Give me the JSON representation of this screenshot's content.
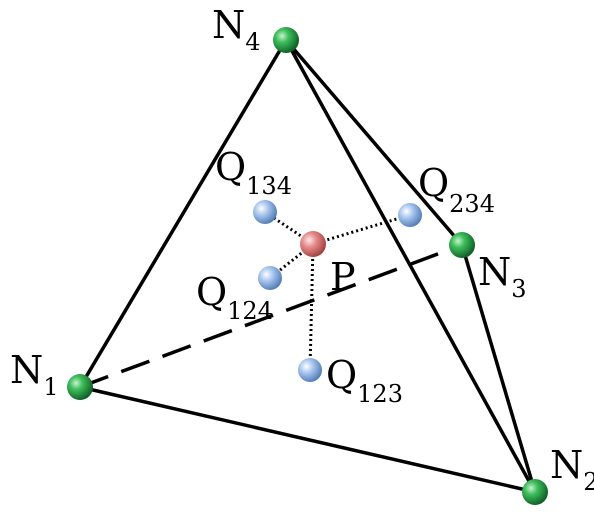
{
  "labels": {
    "N1": {
      "base": "N",
      "sub": "1"
    },
    "N2": {
      "base": "N",
      "sub": "2"
    },
    "N3": {
      "base": "N",
      "sub": "3"
    },
    "N4": {
      "base": "N",
      "sub": "4"
    },
    "P": {
      "base": "P",
      "sub": ""
    },
    "Q134": {
      "base": "Q",
      "sub": "134"
    },
    "Q234": {
      "base": "Q",
      "sub": "234"
    },
    "Q124": {
      "base": "Q",
      "sub": "124"
    },
    "Q123": {
      "base": "Q",
      "sub": "123"
    }
  },
  "colors": {
    "node": "#1a9a3a",
    "centroid": "#e07a7a",
    "q_point": "#8fb4e6",
    "edge": "#000000"
  }
}
